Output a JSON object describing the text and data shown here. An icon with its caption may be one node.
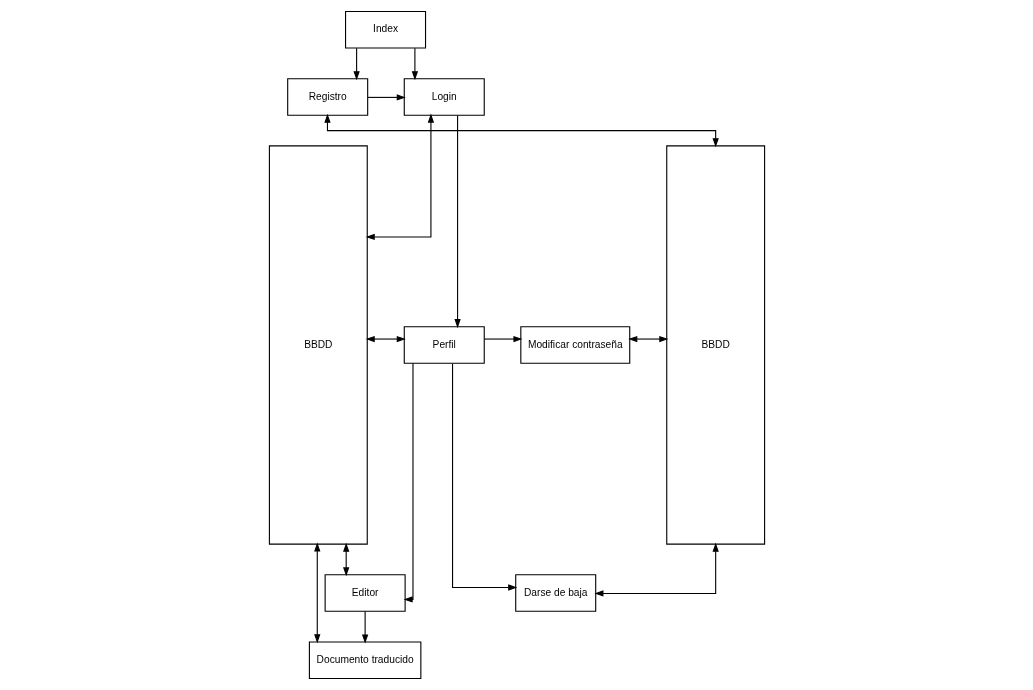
{
  "diagram": {
    "nodes": [
      {
        "text": [
          "BBDD"
        ]
      },
      {
        "text": [
          "Index"
        ]
      },
      {
        "text": [
          "Login"
        ]
      },
      {
        "text": [
          "Registro"
        ]
      },
      {
        "text": [
          "Perfil"
        ]
      },
      {
        "text": [
          "Modificar contraseña"
        ]
      },
      {
        "text": [
          "Darse de baja"
        ]
      },
      {
        "text": [
          "Editor"
        ]
      },
      {
        "text": [
          "Documento traducido"
        ]
      },
      {
        "text": [
          "BBDD"
        ]
      }
    ],
    "edges": [
      {
        "from": 1,
        "to": 2,
        "arrow": "to"
      },
      {
        "from": 1,
        "to": 3,
        "arrow": "to"
      },
      {
        "from": 3,
        "to": 2,
        "arrow": "to"
      },
      {
        "from": 2,
        "to": 4,
        "arrow": "to"
      },
      {
        "from": 4,
        "to": 5,
        "arrow": "to"
      },
      {
        "from": 4,
        "to": 6,
        "arrow": "to"
      },
      {
        "from": 4,
        "to": 7,
        "arrow": "to"
      },
      {
        "from": 7,
        "to": 8,
        "arrow": "to"
      },
      {
        "from": 0,
        "to": 2,
        "arrow": "both"
      },
      {
        "from": 0,
        "to": 4,
        "arrow": "both"
      },
      {
        "from": 0,
        "to": 7,
        "arrow": "both"
      },
      {
        "from": 0,
        "to": 8,
        "arrow": "both"
      },
      {
        "from": 3,
        "to": 9,
        "arrow": "both"
      },
      {
        "from": 5,
        "to": 9,
        "arrow": "both"
      },
      {
        "from": 6,
        "to": 9,
        "arrow": "both"
      }
    ]
  }
}
